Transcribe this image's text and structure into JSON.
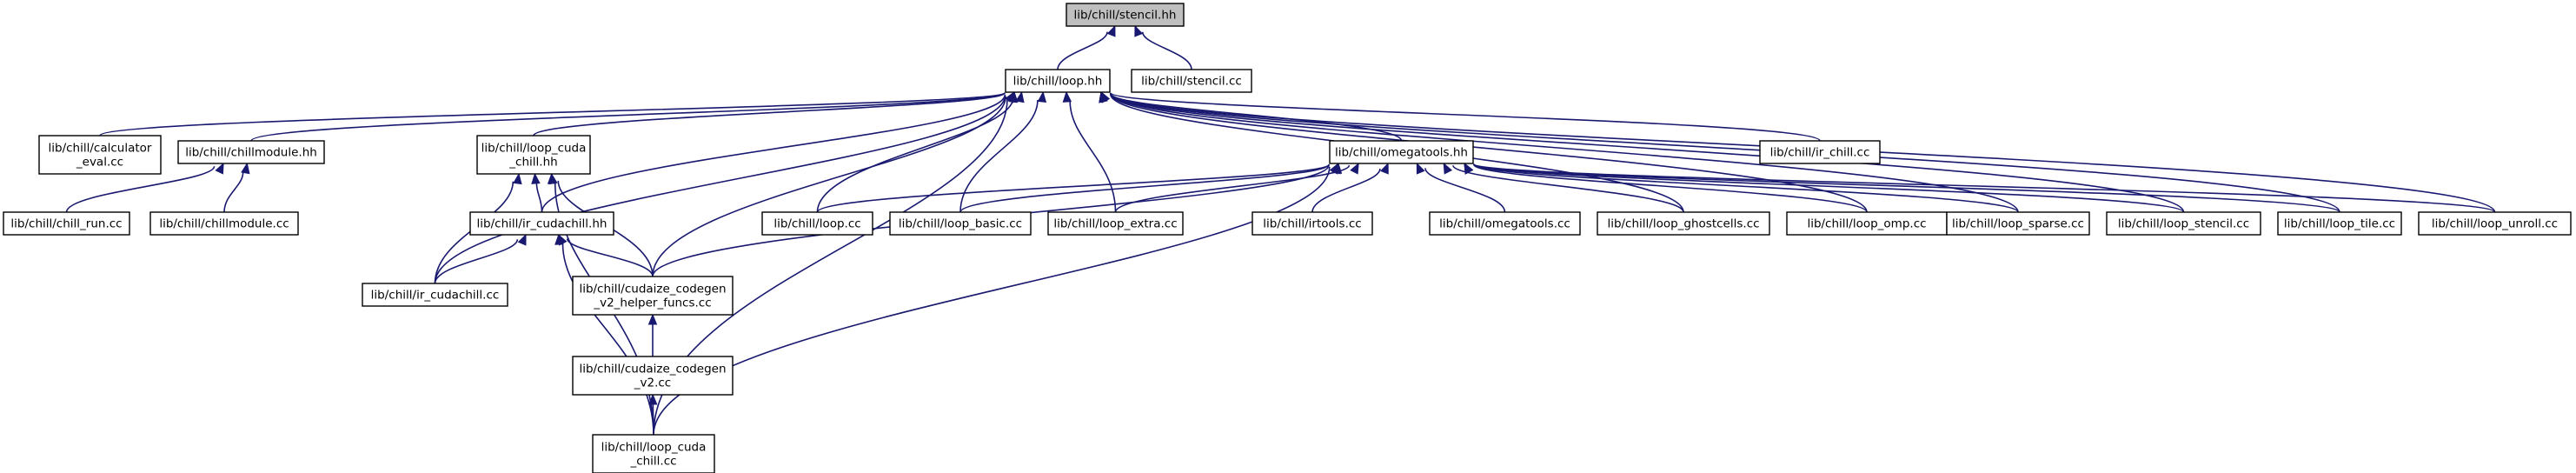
{
  "diagram": {
    "type": "include-dependency-graph",
    "edge_color": "#191970",
    "root_fill": "#bfbfbf",
    "nodes": [
      {
        "id": "stencil_hh",
        "lines": [
          "lib/chill/stencil.hh"
        ],
        "root": true
      },
      {
        "id": "loop_hh",
        "lines": [
          "lib/chill/loop.hh"
        ]
      },
      {
        "id": "stencil_cc",
        "lines": [
          "lib/chill/stencil.cc"
        ]
      },
      {
        "id": "calculator_eval_cc",
        "lines": [
          "lib/chill/calculator",
          "_eval.cc"
        ]
      },
      {
        "id": "chillmodule_hh",
        "lines": [
          "lib/chill/chillmodule.hh"
        ]
      },
      {
        "id": "loop_cuda_chill_hh",
        "lines": [
          "lib/chill/loop_cuda",
          "_chill.hh"
        ]
      },
      {
        "id": "omegatools_hh",
        "lines": [
          "lib/chill/omegatools.hh"
        ]
      },
      {
        "id": "ir_chill_cc",
        "lines": [
          "lib/chill/ir_chill.cc"
        ]
      },
      {
        "id": "chill_run_cc",
        "lines": [
          "lib/chill/chill_run.cc"
        ]
      },
      {
        "id": "chillmodule_cc",
        "lines": [
          "lib/chill/chillmodule.cc"
        ]
      },
      {
        "id": "ir_cudachill_hh",
        "lines": [
          "lib/chill/ir_cudachill.hh"
        ]
      },
      {
        "id": "loop_cc",
        "lines": [
          "lib/chill/loop.cc"
        ]
      },
      {
        "id": "loop_basic_cc",
        "lines": [
          "lib/chill/loop_basic.cc"
        ]
      },
      {
        "id": "loop_extra_cc",
        "lines": [
          "lib/chill/loop_extra.cc"
        ]
      },
      {
        "id": "irtools_cc",
        "lines": [
          "lib/chill/irtools.cc"
        ]
      },
      {
        "id": "omegatools_cc",
        "lines": [
          "lib/chill/omegatools.cc"
        ]
      },
      {
        "id": "loop_ghostcells_cc",
        "lines": [
          "lib/chill/loop_ghostcells.cc"
        ]
      },
      {
        "id": "loop_omp_cc",
        "lines": [
          "lib/chill/loop_omp.cc"
        ]
      },
      {
        "id": "loop_sparse_cc",
        "lines": [
          "lib/chill/loop_sparse.cc"
        ]
      },
      {
        "id": "loop_stencil_cc",
        "lines": [
          "lib/chill/loop_stencil.cc"
        ]
      },
      {
        "id": "loop_tile_cc",
        "lines": [
          "lib/chill/loop_tile.cc"
        ]
      },
      {
        "id": "loop_unroll_cc",
        "lines": [
          "lib/chill/loop_unroll.cc"
        ]
      },
      {
        "id": "ir_cudachill_cc",
        "lines": [
          "lib/chill/ir_cudachill.cc"
        ]
      },
      {
        "id": "cudaize_helper_cc",
        "lines": [
          "lib/chill/cudaize_codegen",
          "_v2_helper_funcs.cc"
        ]
      },
      {
        "id": "cudaize_v2_cc",
        "lines": [
          "lib/chill/cudaize_codegen",
          "_v2.cc"
        ]
      },
      {
        "id": "loop_cuda_chill_cc",
        "lines": [
          "lib/chill/loop_cuda",
          "_chill.cc"
        ]
      }
    ],
    "edges": [
      {
        "from": "loop_hh",
        "to": "stencil_hh"
      },
      {
        "from": "stencil_cc",
        "to": "stencil_hh"
      },
      {
        "from": "calculator_eval_cc",
        "to": "loop_hh"
      },
      {
        "from": "chillmodule_hh",
        "to": "loop_hh"
      },
      {
        "from": "loop_cuda_chill_hh",
        "to": "loop_hh"
      },
      {
        "from": "omegatools_hh",
        "to": "loop_hh"
      },
      {
        "from": "ir_chill_cc",
        "to": "loop_hh"
      },
      {
        "from": "ir_cudachill_hh",
        "to": "loop_hh"
      },
      {
        "from": "ir_cudachill_cc",
        "to": "loop_hh"
      },
      {
        "from": "cudaize_helper_cc",
        "to": "loop_hh"
      },
      {
        "from": "loop_cuda_chill_cc",
        "to": "loop_hh"
      },
      {
        "from": "loop_cc",
        "to": "loop_hh"
      },
      {
        "from": "loop_basic_cc",
        "to": "loop_hh"
      },
      {
        "from": "loop_extra_cc",
        "to": "loop_hh"
      },
      {
        "from": "loop_ghostcells_cc",
        "to": "loop_hh"
      },
      {
        "from": "loop_omp_cc",
        "to": "loop_hh"
      },
      {
        "from": "loop_sparse_cc",
        "to": "loop_hh"
      },
      {
        "from": "loop_stencil_cc",
        "to": "loop_hh"
      },
      {
        "from": "loop_tile_cc",
        "to": "loop_hh"
      },
      {
        "from": "loop_unroll_cc",
        "to": "loop_hh"
      },
      {
        "from": "chill_run_cc",
        "to": "chillmodule_hh"
      },
      {
        "from": "chillmodule_cc",
        "to": "chillmodule_hh"
      },
      {
        "from": "ir_cudachill_hh",
        "to": "loop_cuda_chill_hh"
      },
      {
        "from": "ir_cudachill_cc",
        "to": "loop_cuda_chill_hh"
      },
      {
        "from": "cudaize_helper_cc",
        "to": "loop_cuda_chill_hh"
      },
      {
        "from": "loop_cuda_chill_cc",
        "to": "loop_cuda_chill_hh"
      },
      {
        "from": "ir_cudachill_cc",
        "to": "ir_cudachill_hh"
      },
      {
        "from": "cudaize_helper_cc",
        "to": "ir_cudachill_hh"
      },
      {
        "from": "loop_cuda_chill_cc",
        "to": "ir_cudachill_hh"
      },
      {
        "from": "cudaize_v2_cc",
        "to": "cudaize_helper_cc"
      },
      {
        "from": "loop_cuda_chill_cc",
        "to": "cudaize_v2_cc"
      },
      {
        "from": "loop_cc",
        "to": "omegatools_hh"
      },
      {
        "from": "loop_basic_cc",
        "to": "omegatools_hh"
      },
      {
        "from": "loop_extra_cc",
        "to": "omegatools_hh"
      },
      {
        "from": "irtools_cc",
        "to": "omegatools_hh"
      },
      {
        "from": "omegatools_cc",
        "to": "omegatools_hh"
      },
      {
        "from": "loop_ghostcells_cc",
        "to": "omegatools_hh"
      },
      {
        "from": "loop_omp_cc",
        "to": "omegatools_hh"
      },
      {
        "from": "loop_sparse_cc",
        "to": "omegatools_hh"
      },
      {
        "from": "loop_stencil_cc",
        "to": "omegatools_hh"
      },
      {
        "from": "loop_tile_cc",
        "to": "omegatools_hh"
      },
      {
        "from": "loop_unroll_cc",
        "to": "omegatools_hh"
      },
      {
        "from": "cudaize_helper_cc",
        "to": "omegatools_hh"
      },
      {
        "from": "loop_cuda_chill_cc",
        "to": "omegatools_hh"
      }
    ]
  }
}
